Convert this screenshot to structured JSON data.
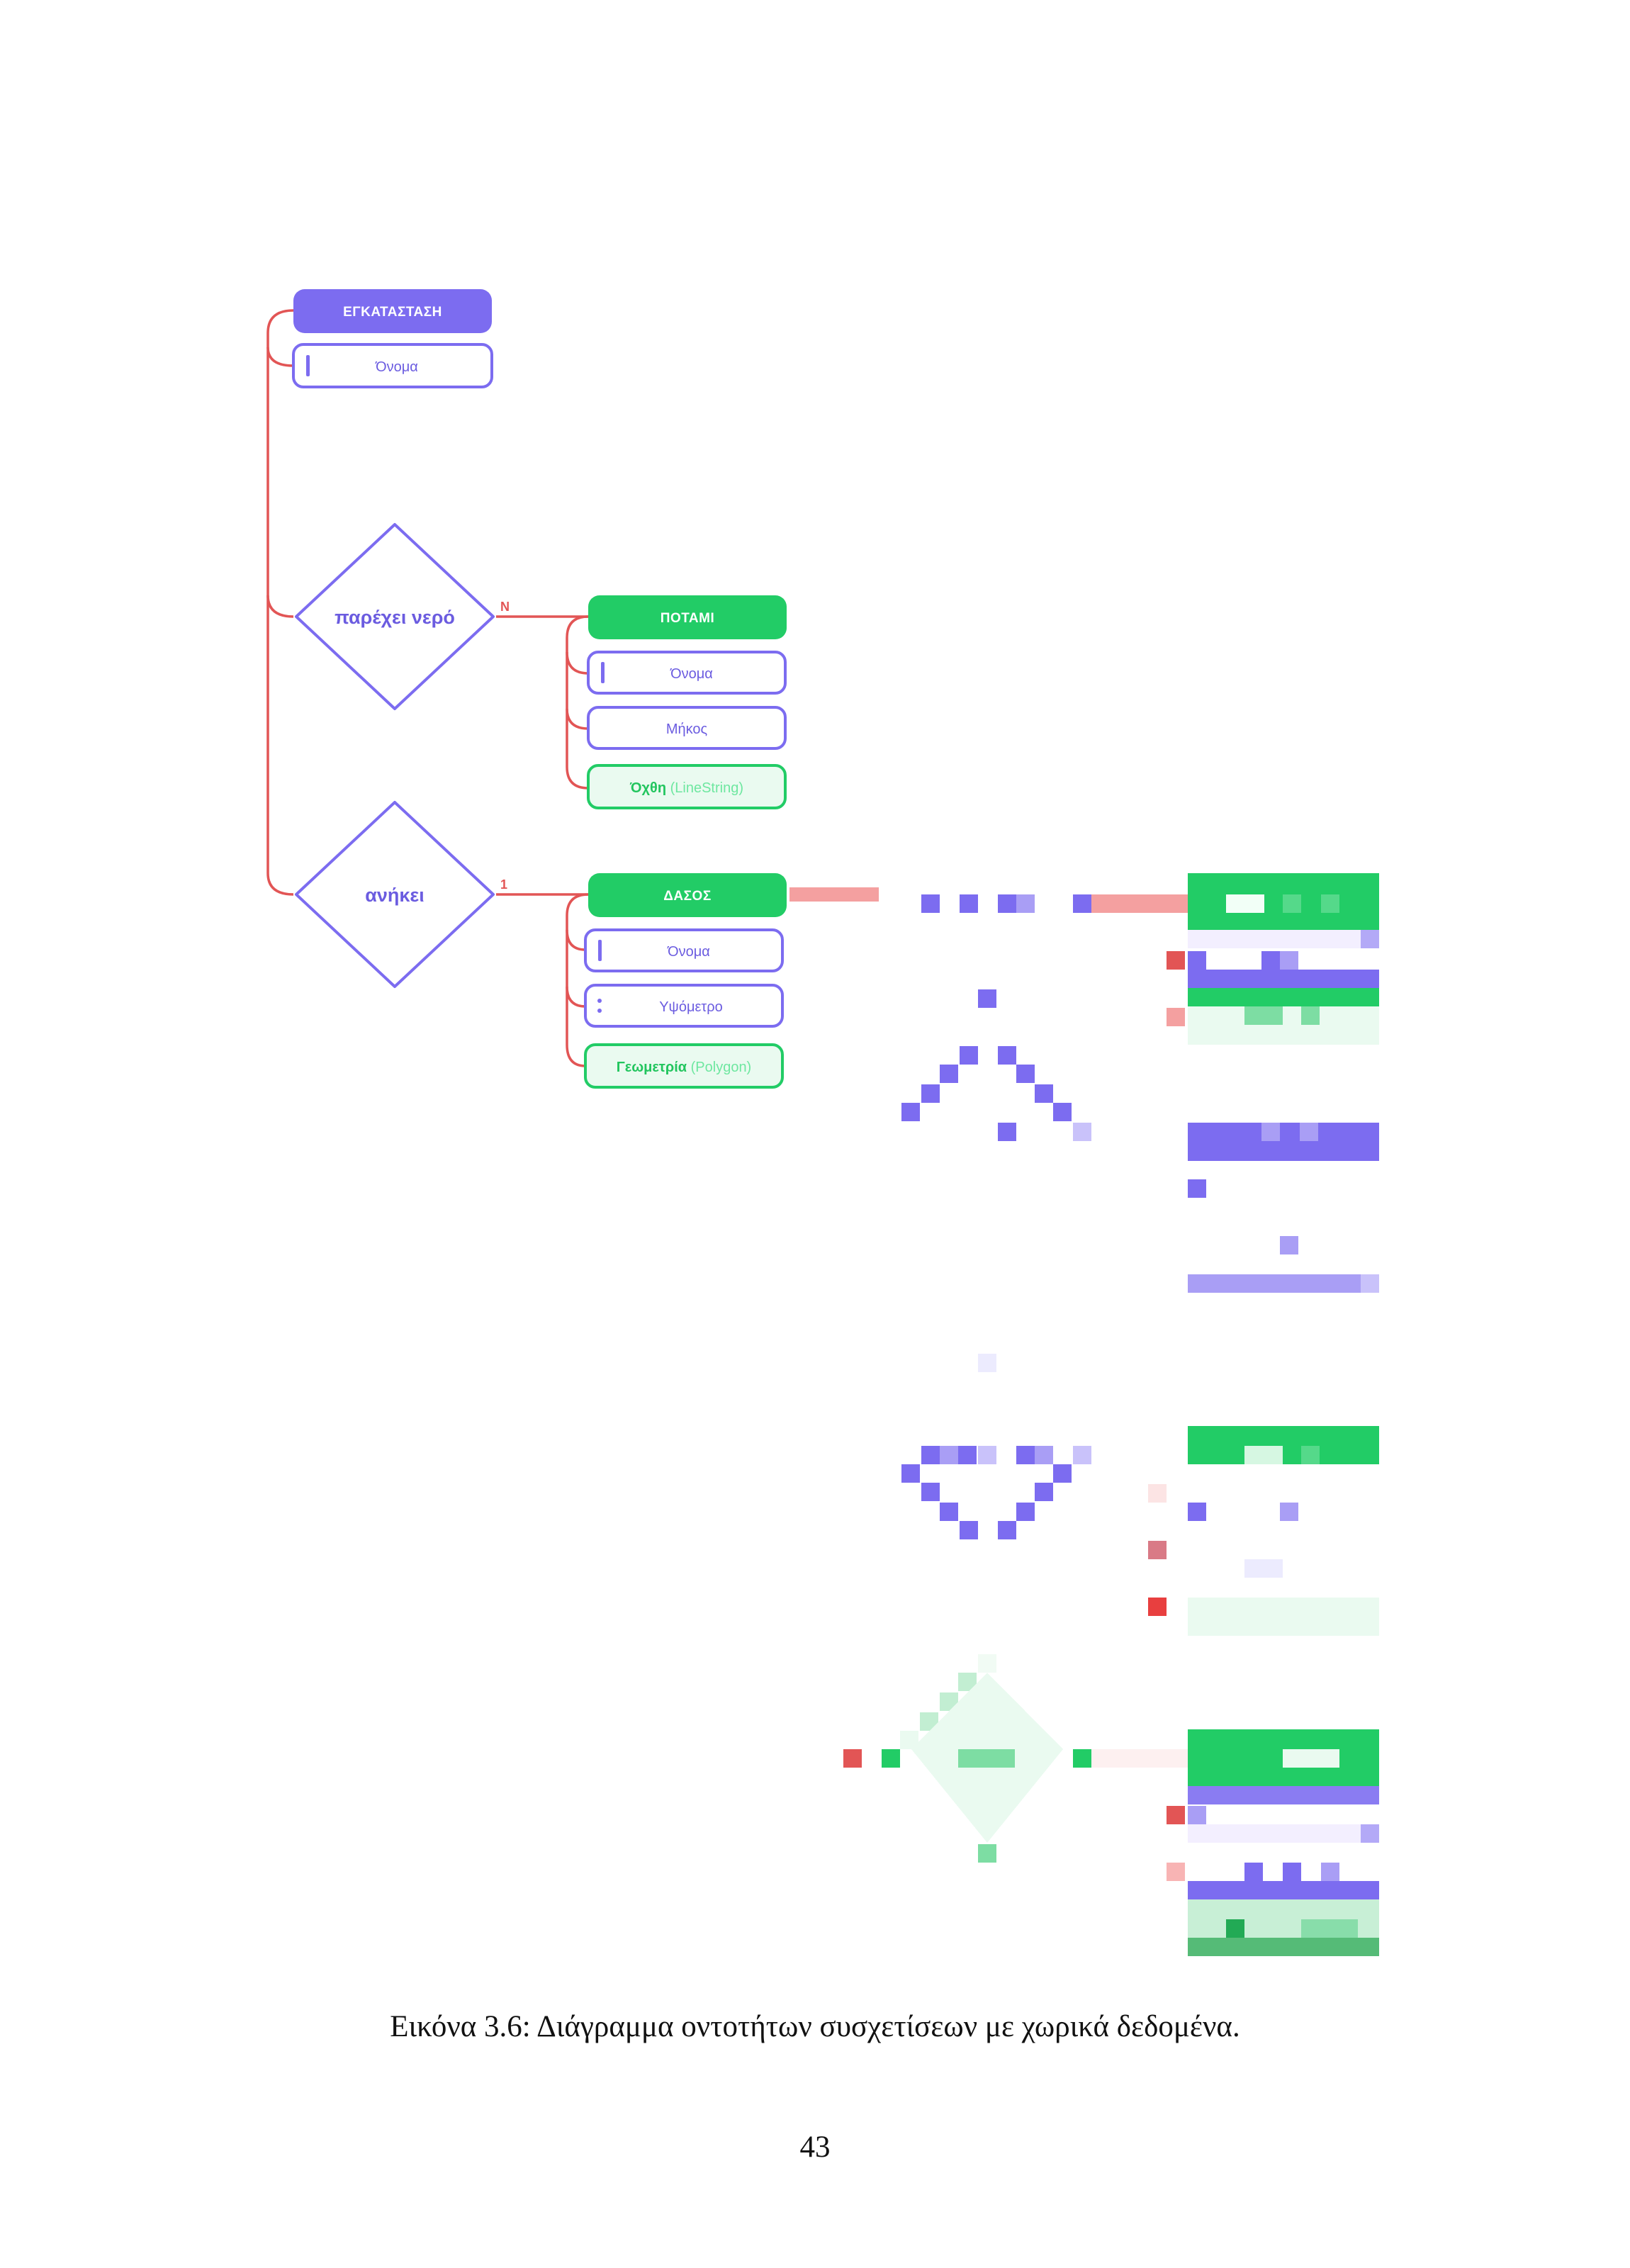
{
  "diagram": {
    "entities": {
      "installation": {
        "title": "ΕΓΚΑΤΑΣΤΑΣΗ",
        "attributes": [
          "Όνομα"
        ]
      },
      "river": {
        "title": "ΠΟΤΑΜΙ",
        "attributes": [
          "Όνομα",
          "Μήκος"
        ],
        "geometry_main": "Όχθη",
        "geometry_sub": "(LineString)"
      },
      "forest": {
        "title": "ΔΑΣΟΣ",
        "attributes": [
          "Όνομα",
          "Υψόμετρο"
        ],
        "geometry_main": "Γεωμετρία",
        "geometry_sub": "(Polygon)"
      }
    },
    "relationships": {
      "provides_water": {
        "label": "παρέχει νερό",
        "cardinality": "N"
      },
      "belongs_to": {
        "label": "ανήκει",
        "cardinality": "1"
      }
    },
    "colors": {
      "purple": "#7c6cf0",
      "green": "#22cc66",
      "connector_red": "#e25555",
      "geo_fill": "#eafaf0"
    }
  },
  "caption": "Εικόνα 3.6: Διάγραμμα οντοτήτων συσχετίσεων με χωρικά δεδομένα.",
  "page_number": "43"
}
